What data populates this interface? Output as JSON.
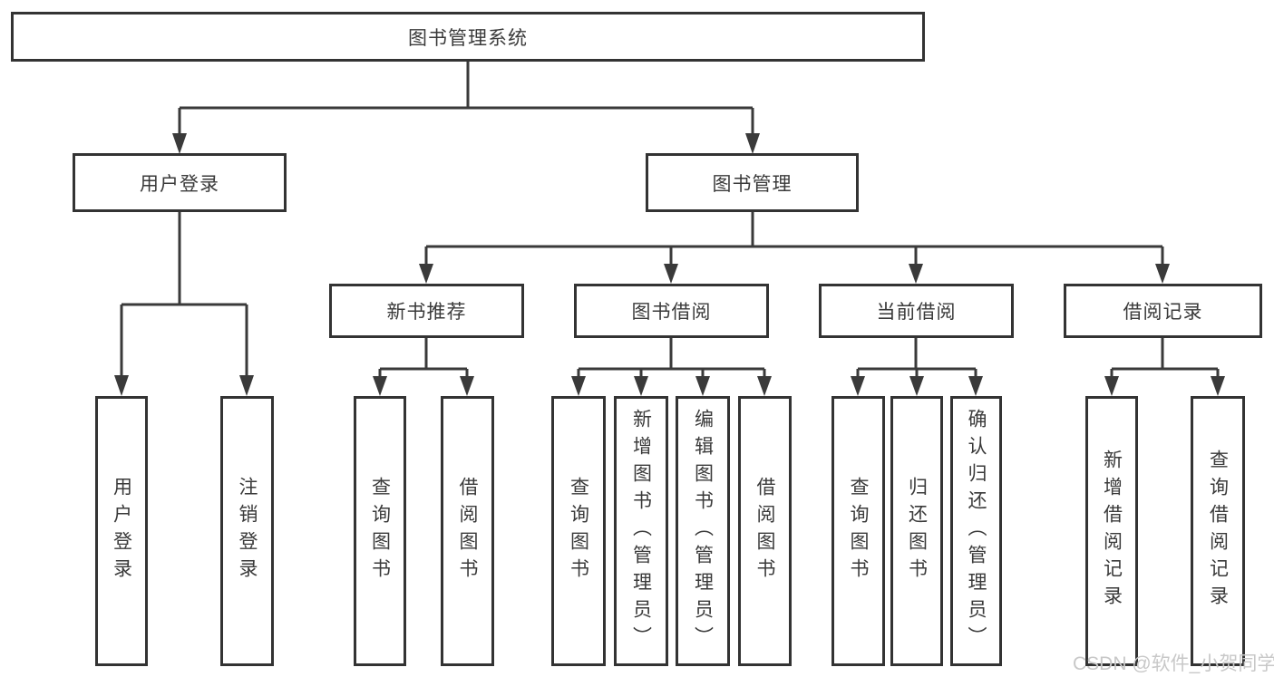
{
  "tree": {
    "root": {
      "label": "图书管理系统",
      "children": [
        {
          "label": "用户登录",
          "children": [
            {
              "label": "用户登录"
            },
            {
              "label": "注销登录"
            }
          ]
        },
        {
          "label": "图书管理",
          "children": [
            {
              "label": "新书推荐",
              "children": [
                {
                  "label": "查询图书"
                },
                {
                  "label": "借阅图书"
                }
              ]
            },
            {
              "label": "图书借阅",
              "children": [
                {
                  "label": "查询图书"
                },
                {
                  "label": "新增图书（管理员）"
                },
                {
                  "label": "编辑图书（管理员）"
                },
                {
                  "label": "借阅图书"
                }
              ]
            },
            {
              "label": "当前借阅",
              "children": [
                {
                  "label": "查询图书"
                },
                {
                  "label": "归还图书"
                },
                {
                  "label": "确认归还（管理员）"
                }
              ]
            },
            {
              "label": "借阅记录",
              "children": [
                {
                  "label": "新增借阅记录"
                },
                {
                  "label": "查询借阅记录"
                }
              ]
            }
          ]
        }
      ]
    }
  },
  "watermark": {
    "text": "CSDN @软件_小贺同学"
  },
  "colors": {
    "line": "#3a3a3a",
    "border": "#333333",
    "text": "#3a3a3a",
    "background": "#ffffff",
    "watermark": "#c8c8c8"
  }
}
